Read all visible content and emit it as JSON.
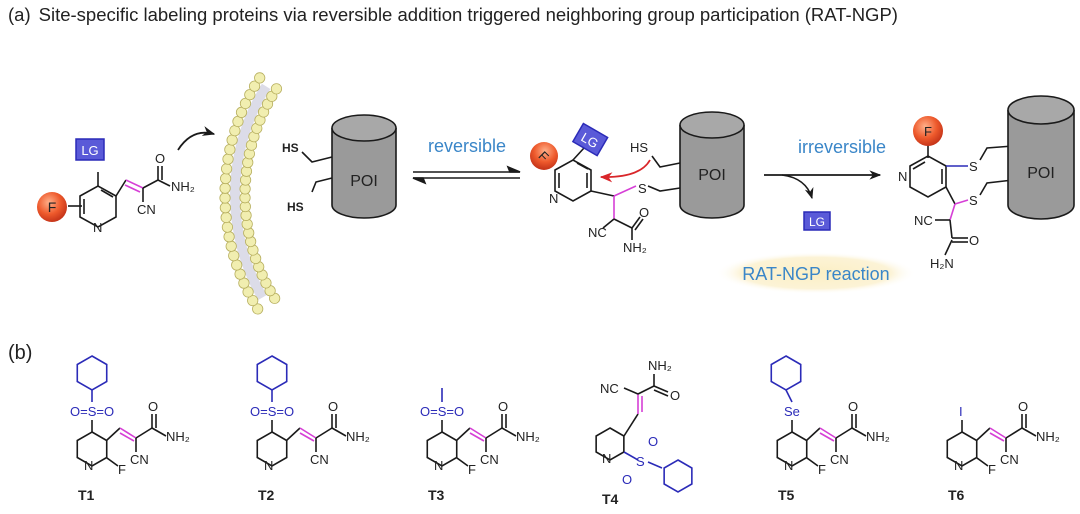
{
  "panel_a": {
    "label": "(a)",
    "title": "Site-specific labeling proteins via reversible addition triggered neighboring group participation (RAT-NGP)",
    "probe": {
      "leaving_group": "LG",
      "fluorophore": "F",
      "ring_n": "N",
      "amide": "NH₂",
      "nitrile": "CN",
      "carbonyl": "O"
    },
    "protein": {
      "label": "POI",
      "thiol_1": "HS",
      "thiol_2": "HS"
    },
    "step_1": {
      "label": "reversible"
    },
    "intermediate": {
      "leaving_group": "LG",
      "fluorophore": "F",
      "thiol": "HS",
      "thioether": "S",
      "ring_n": "N",
      "nitrile": "NC",
      "amide": "NH₂",
      "carbonyl": "O",
      "protein": "POI"
    },
    "step_2": {
      "label": "irreversible",
      "released": "LG"
    },
    "product": {
      "fluorophore": "F",
      "ring_n": "N",
      "thioether_1": "S",
      "thioether_2": "S",
      "nitrile": "NC",
      "amide": "H₂N",
      "carbonyl": "O",
      "protein": "POI"
    },
    "reaction_name": "RAT-NGP reaction"
  },
  "panel_b": {
    "label": "(b)",
    "compounds": [
      {
        "id": "T1",
        "substituent": "O=S=O",
        "has_fluorine": true
      },
      {
        "id": "T2",
        "substituent": "O=S=O",
        "has_fluorine": false
      },
      {
        "id": "T3",
        "substituent": "O=S=O",
        "has_fluorine": true
      },
      {
        "id": "T4",
        "substituent": "SO₂Ph",
        "has_fluorine": false
      },
      {
        "id": "T5",
        "substituent": "Se",
        "has_fluorine": true
      },
      {
        "id": "T6",
        "substituent": "I",
        "has_fluorine": true
      }
    ],
    "atoms": {
      "ring_n": "N",
      "fluorine": "F",
      "nitrile": "CN",
      "nitrile_rev": "NC",
      "amide": "NH₂",
      "carbonyl": "O",
      "sulfonyl_o": "O",
      "sulfur": "S"
    }
  },
  "colors": {
    "text": "#222222",
    "bond": "#1a1a1a",
    "leaving_group": "#2b2bb8",
    "alkene_highlight": "#d63fd6",
    "reaction_label": "#3a86c8",
    "fluorophore": "#e8502a",
    "protein_fill": "#9a9a9a",
    "membrane_head": "#f1eeb0",
    "ellipse": "#fbf0c9",
    "red_arrow": "#d9262a"
  }
}
